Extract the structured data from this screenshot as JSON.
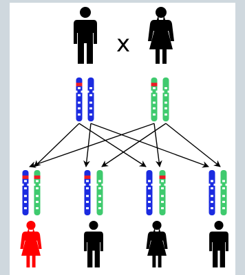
{
  "diagram": {
    "cross_symbol": "x",
    "colors": {
      "paternal": "#1b2be0",
      "maternal": "#3fca6e",
      "marker": "#ee1b24",
      "affected": "#ff0000",
      "unaffected": "#000000",
      "stripe": "#ffffff",
      "background": "#cfd8de"
    },
    "icons": {
      "father": "male-figure-icon",
      "mother": "female-figure-icon"
    },
    "parents": [
      {
        "sex": "male",
        "affected": false,
        "chromosomes": [
          {
            "color": "paternal",
            "marker": true
          },
          {
            "color": "paternal",
            "marker": false
          }
        ]
      },
      {
        "sex": "female",
        "affected": false,
        "chromosomes": [
          {
            "color": "maternal",
            "marker": true
          },
          {
            "color": "maternal",
            "marker": false
          }
        ]
      }
    ],
    "offspring": [
      {
        "sex": "female",
        "affected": true,
        "chromosomes": [
          {
            "color": "paternal",
            "marker": true
          },
          {
            "color": "maternal",
            "marker": true
          }
        ]
      },
      {
        "sex": "male",
        "affected": false,
        "chromosomes": [
          {
            "color": "paternal",
            "marker": true
          },
          {
            "color": "maternal",
            "marker": false
          }
        ]
      },
      {
        "sex": "female",
        "affected": false,
        "chromosomes": [
          {
            "color": "paternal",
            "marker": false
          },
          {
            "color": "maternal",
            "marker": true
          }
        ]
      },
      {
        "sex": "male",
        "affected": false,
        "chromosomes": [
          {
            "color": "paternal",
            "marker": false
          },
          {
            "color": "maternal",
            "marker": false
          }
        ]
      }
    ]
  }
}
